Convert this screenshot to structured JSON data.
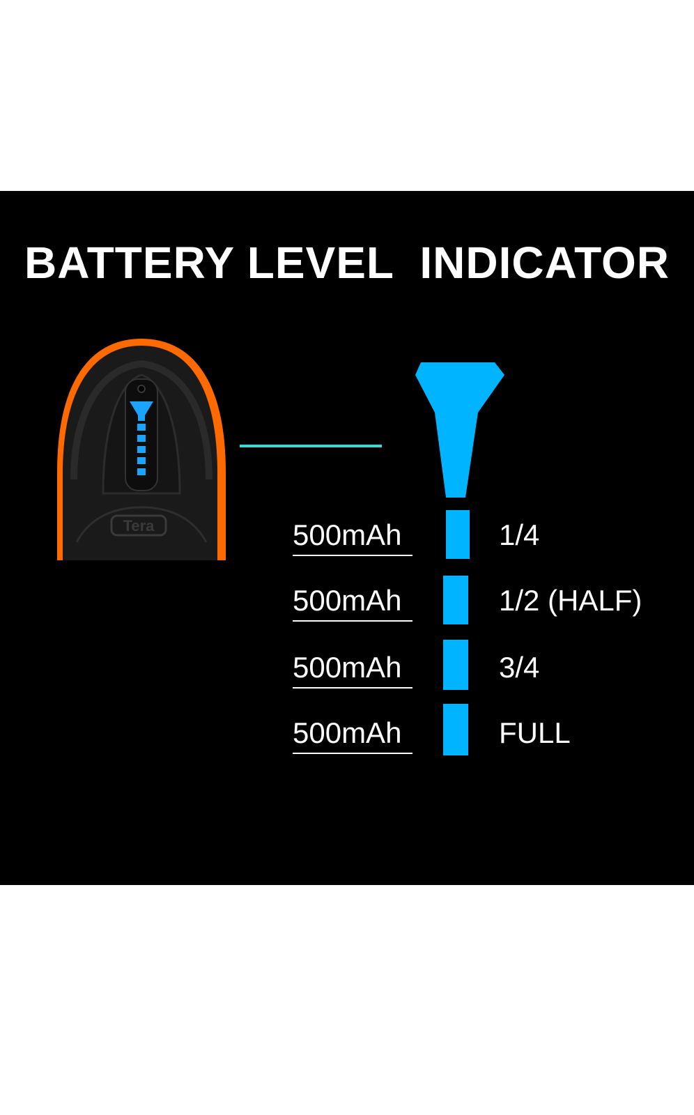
{
  "title": "BATTERY LEVEL  INDICATOR",
  "device": {
    "brand_logo": "Tera",
    "colors": {
      "body": "#1a1a1a",
      "trim": "#ff6a00",
      "led": "#1aa3ff"
    }
  },
  "colors": {
    "connector": "#3fd6d6",
    "indicator": "#00b4ff",
    "text": "#ffffff",
    "panel": "#000000"
  },
  "levels": [
    {
      "capacity": "500mAh",
      "label": "1/4"
    },
    {
      "capacity": "500mAh",
      "label": "1/2 (HALF)"
    },
    {
      "capacity": "500mAh",
      "label": "3/4"
    },
    {
      "capacity": "500mAh",
      "label": "FULL"
    }
  ]
}
